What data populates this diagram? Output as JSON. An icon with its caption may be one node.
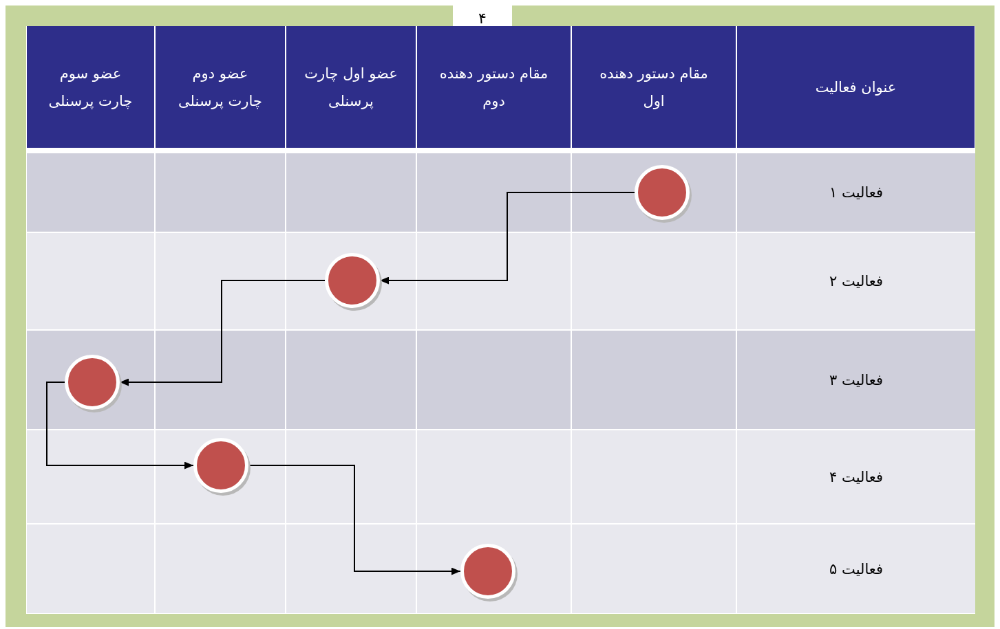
{
  "diagram": {
    "nodes": [
      {
        "text": [],
        "shape": "circle"
      },
      {
        "text": [],
        "shape": "circle"
      },
      {
        "text": [],
        "shape": "circle"
      },
      {
        "text": [],
        "shape": "circle"
      },
      {
        "text": [],
        "shape": "circle"
      }
    ],
    "edges": [
      {
        "from": 0,
        "to": 1,
        "arrow": "to"
      },
      {
        "from": 1,
        "to": 2,
        "arrow": "to"
      },
      {
        "from": 2,
        "to": 3,
        "arrow": "to"
      },
      {
        "from": 3,
        "to": 4,
        "arrow": "to"
      }
    ],
    "labels": [
      "۴",
      "عنوان فعالیت",
      "مقام دستور دهنده اول",
      "مقام دستور دهنده دوم",
      "عضو اول چارت پرسنلی",
      "عضو دوم چارت پرسنلی",
      "عضو سوم چارت پرسنلی",
      "فعالیت ۱",
      "فعالیت ۲",
      "فعالیت ۳",
      "فعالیت ۴",
      "فعالیت ۵"
    ]
  }
}
